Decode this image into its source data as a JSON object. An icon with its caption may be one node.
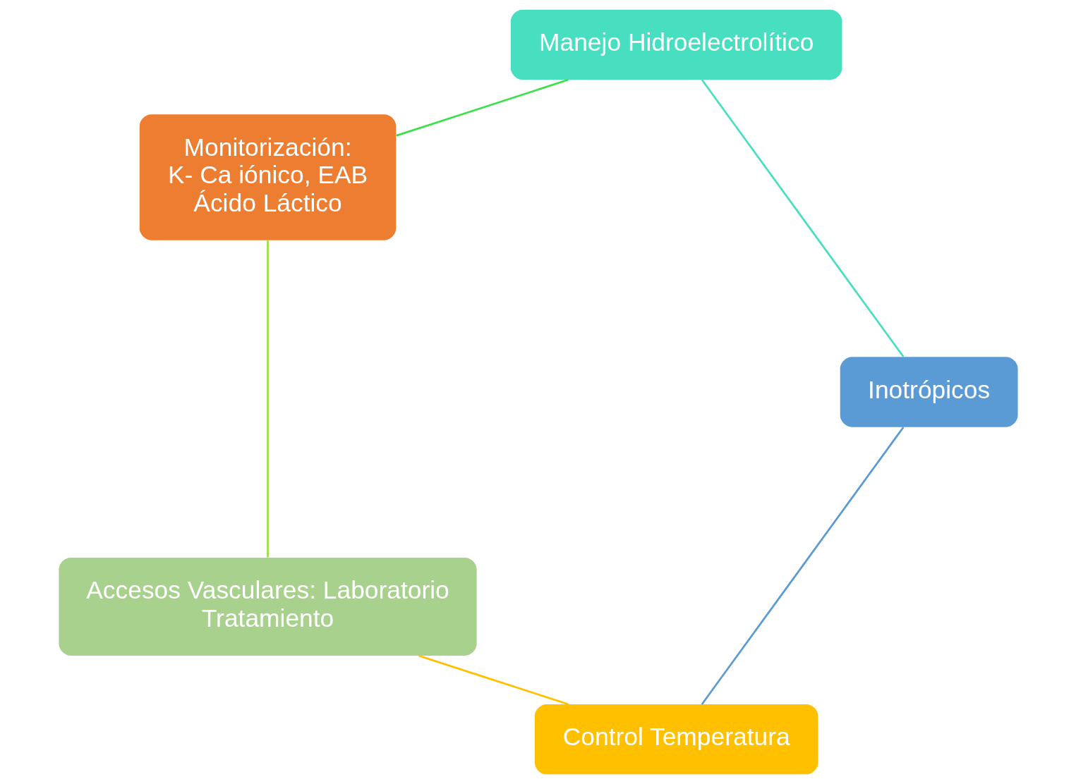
{
  "diagram": {
    "nodes": [
      {
        "text": [
          "Control Temperatura"
        ]
      },
      {
        "text": [
          "Accesos Vasculares: Laboratorio",
          "Tratamiento"
        ]
      },
      {
        "text": [
          "Inotrópicos"
        ]
      },
      {
        "text": [
          "Monitorización:",
          "K- Ca iónico, EAB",
          "Ácido Láctico"
        ]
      },
      {
        "text": [
          "Manejo Hidroelectrolítico"
        ]
      }
    ],
    "edges": [
      {
        "from": 0,
        "to": 1,
        "arrow": "none",
        "color": "#ffc000"
      },
      {
        "from": 1,
        "to": 3,
        "arrow": "none",
        "color": "#9be03a"
      },
      {
        "from": 3,
        "to": 4,
        "arrow": "none",
        "color": "#3ee04a"
      },
      {
        "from": 4,
        "to": 2,
        "arrow": "none",
        "color": "#48dfc0"
      },
      {
        "from": 2,
        "to": 0,
        "arrow": "none",
        "color": "#5b9bd5"
      }
    ]
  }
}
